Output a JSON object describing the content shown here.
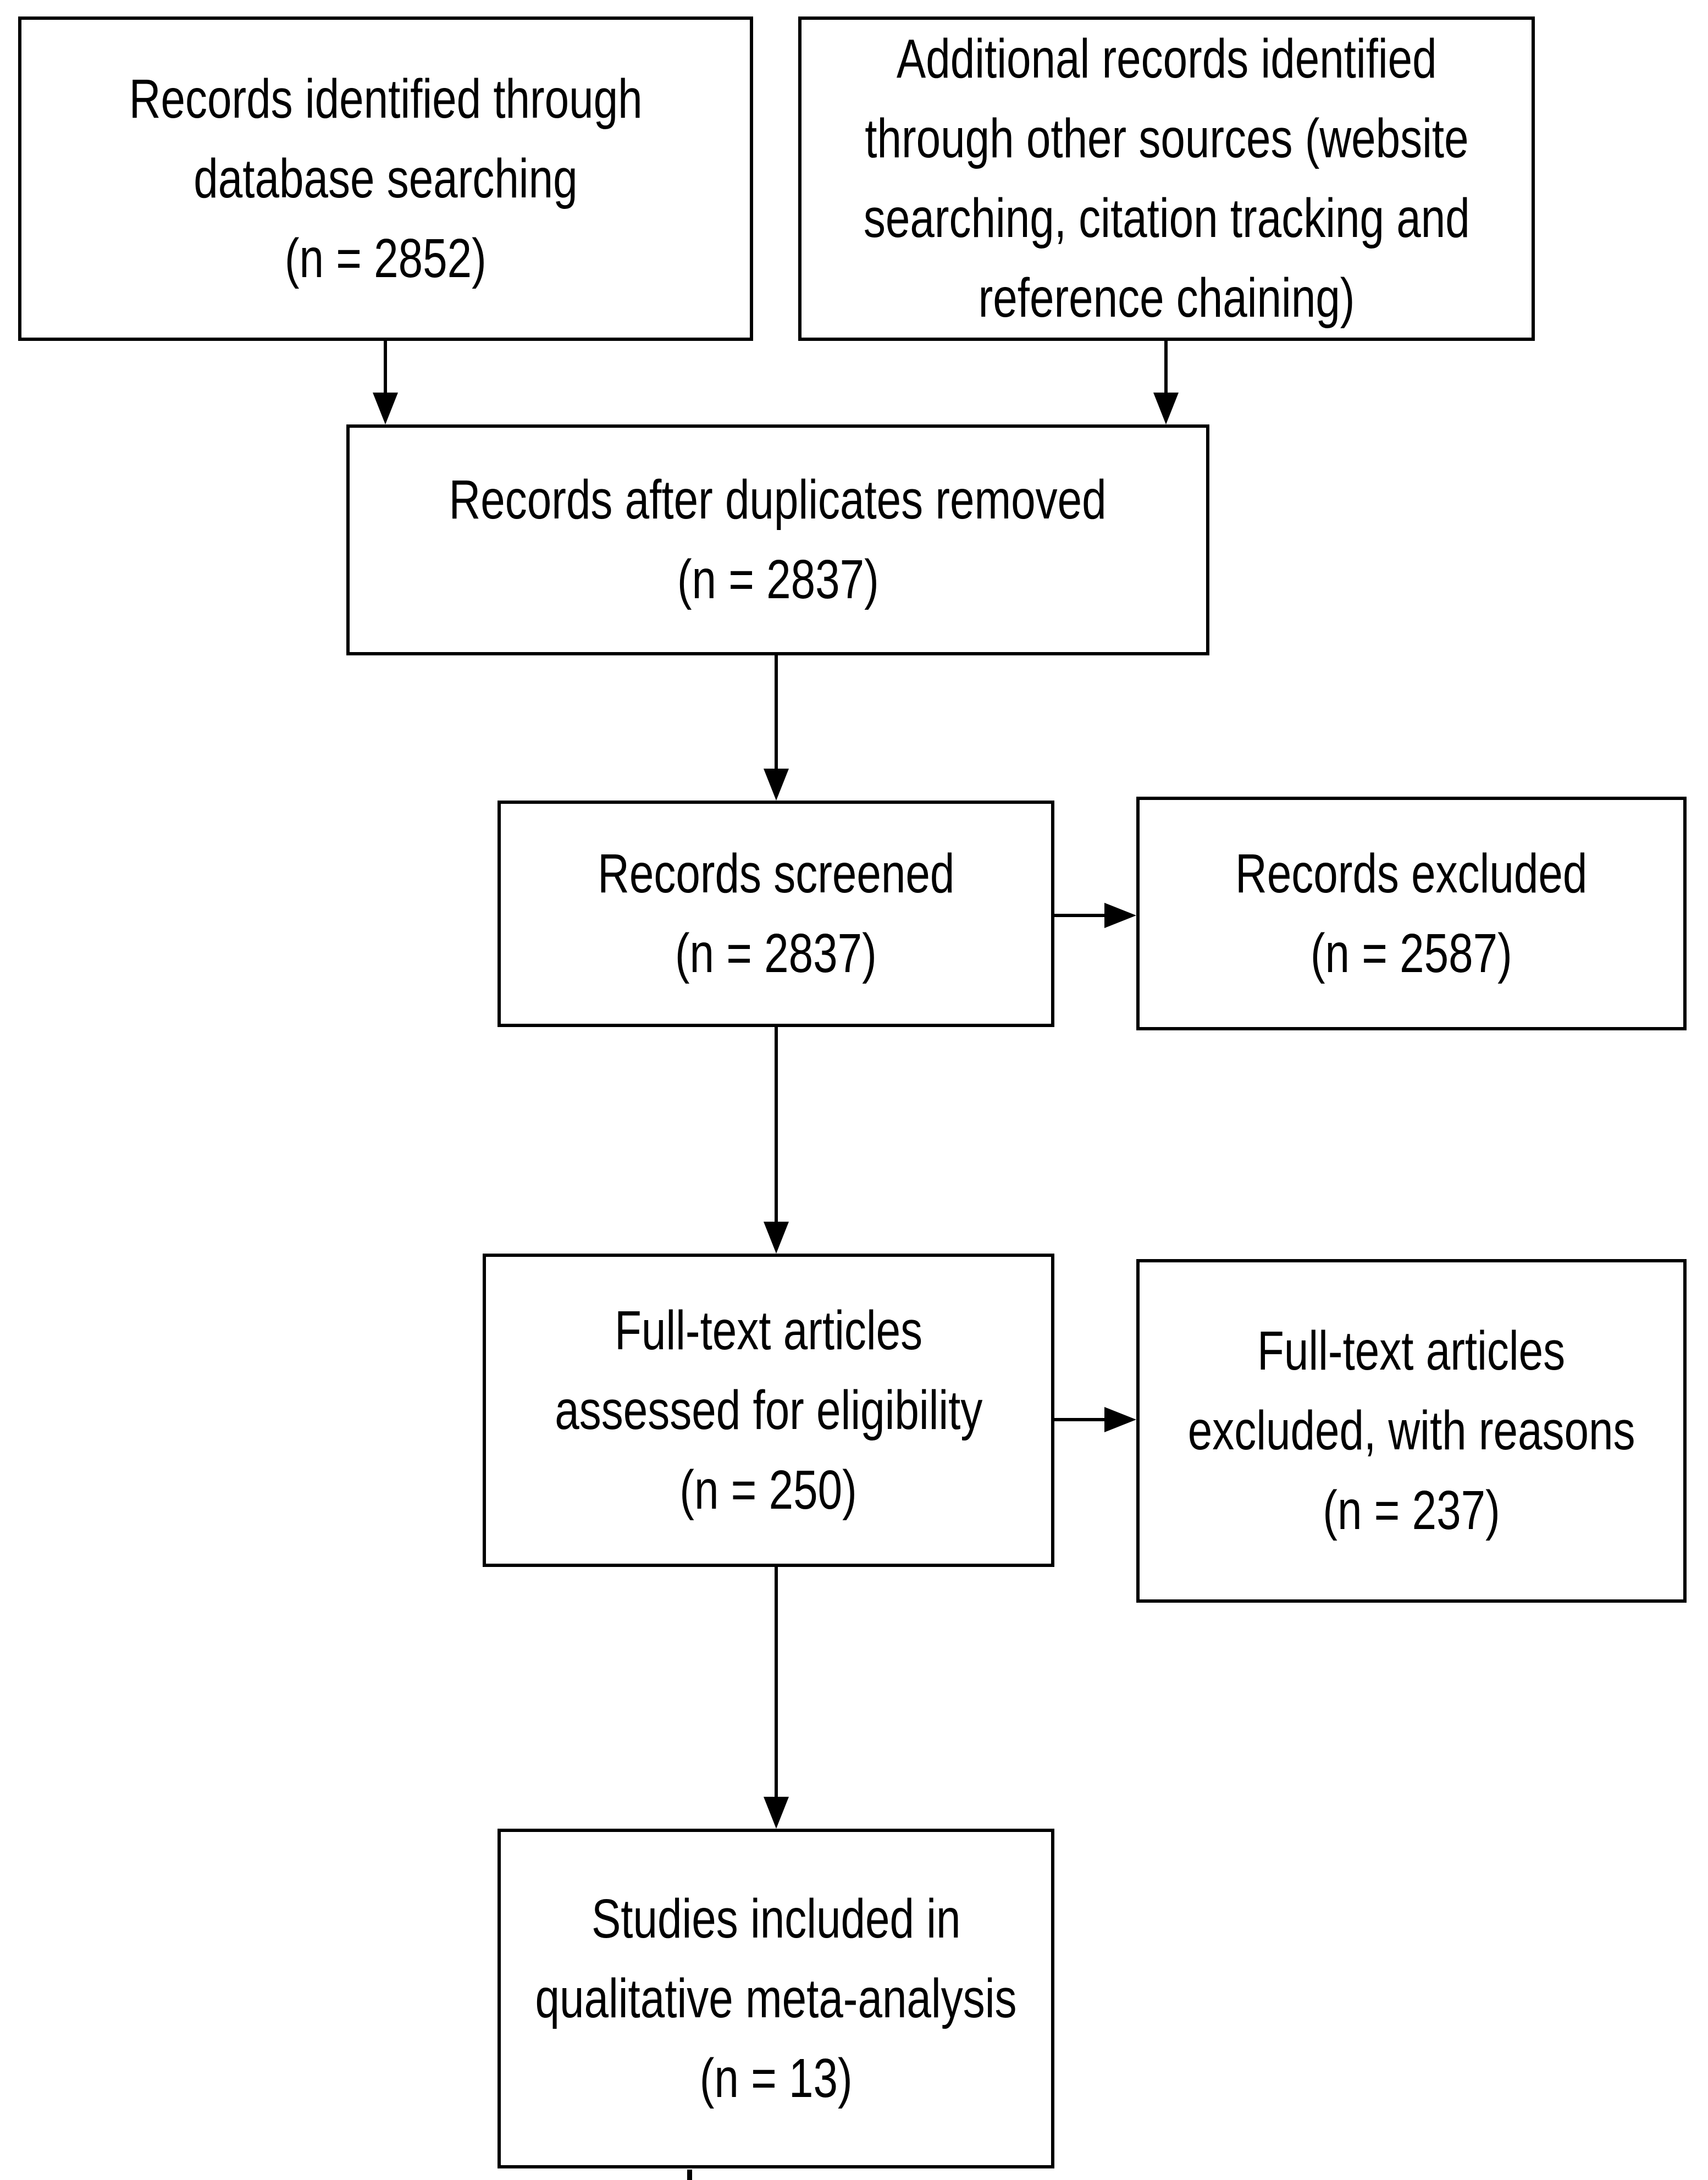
{
  "figure": {
    "type": "prisma-flow-diagram",
    "background_color": "#ffffff",
    "line_color": "#000000",
    "boxes": {
      "identified": {
        "lines": [
          "Records identified through",
          "database searching",
          "(n = 2852)"
        ],
        "n": 2852
      },
      "additional": {
        "lines": [
          "Additional records identified",
          "through other sources (website",
          "searching, citation tracking and",
          "reference chaining)"
        ]
      },
      "after_duplicates": {
        "lines": [
          "Records after duplicates removed",
          "(n = 2837)"
        ],
        "n": 2837
      },
      "screened": {
        "lines": [
          "Records screened",
          "(n = 2837)"
        ],
        "n": 2837
      },
      "records_excluded": {
        "lines": [
          "Records excluded",
          "(n = 2587)"
        ],
        "n": 2587
      },
      "fulltext_assessed": {
        "lines": [
          "Full-text articles",
          "assessed for eligibility",
          "(n = 250)"
        ],
        "n": 250
      },
      "fulltext_excluded": {
        "lines": [
          "Full-text articles",
          "excluded, with reasons",
          "(n = 237)"
        ],
        "n": 237
      },
      "included": {
        "lines": [
          "Studies included in",
          "qualitative meta-analysis",
          "(n = 13)"
        ],
        "n": 13
      }
    }
  }
}
